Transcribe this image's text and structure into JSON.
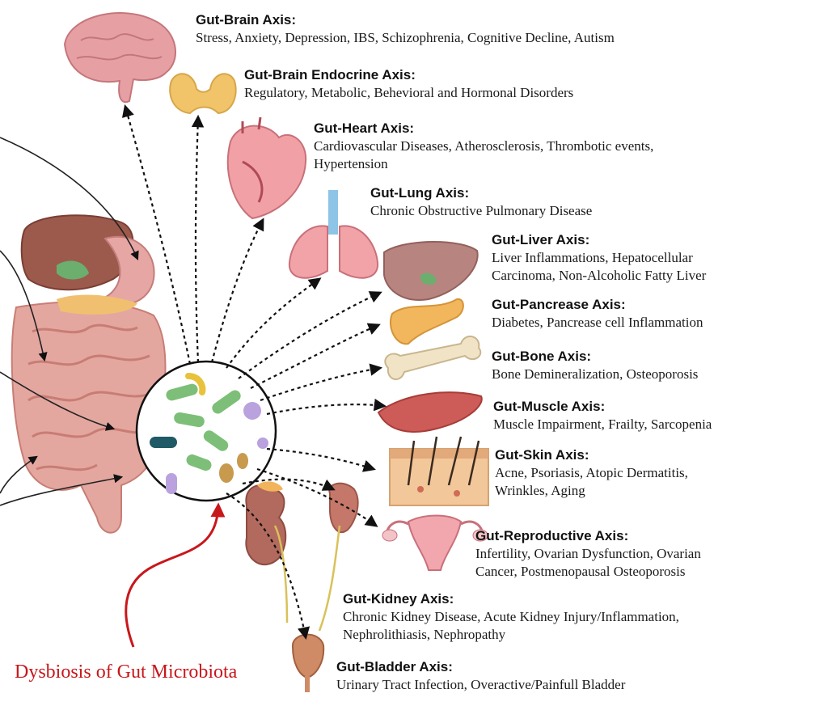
{
  "colors": {
    "dysbiosis": "#c8171b",
    "arrow": "#111111",
    "intestine": "#e3a7a0",
    "liver": "#9c5a4c",
    "bacteria_green": "#7dbf78",
    "bacteria_purple": "#b9a2de",
    "skin": "#f2c79a"
  },
  "icons": [
    "brain-icon",
    "thyroid-icon",
    "heart-icon",
    "lungs-icon",
    "liver-icon",
    "pancreas-icon",
    "bone-icon",
    "muscle-icon",
    "skin-icon",
    "uterus-icon",
    "kidney-icon",
    "bladder-icon",
    "gut-icon",
    "microbiota-icon"
  ],
  "axes": [
    {
      "title": "Gut-Brain Axis:",
      "lines": [
        "Stress, Anxiety, Depression, IBS, Schizophrenia, Cognitive Decline, Autism"
      ]
    },
    {
      "title": "Gut-Brain Endocrine Axis:",
      "lines": [
        "Regulatory, Metabolic, Behevioral and Hormonal Disorders"
      ]
    },
    {
      "title": "Gut-Heart Axis:",
      "lines": [
        "Cardiovascular Diseases, Atherosclerosis, Thrombotic events,",
        "Hypertension"
      ]
    },
    {
      "title": "Gut-Lung Axis:",
      "lines": [
        "Chronic Obstructive Pulmonary Disease"
      ]
    },
    {
      "title": "Gut-Liver Axis:",
      "lines": [
        "Liver Inflammations, Hepatocellular",
        "Carcinoma, Non-Alcoholic Fatty Liver"
      ]
    },
    {
      "title": "Gut-Pancrease Axis:",
      "lines": [
        "Diabetes, Pancrease cell Inflammation"
      ]
    },
    {
      "title": "Gut-Bone Axis:",
      "lines": [
        "Bone Demineralization, Osteoporosis"
      ]
    },
    {
      "title": "Gut-Muscle Axis:",
      "lines": [
        "Muscle Impairment, Frailty, Sarcopenia"
      ]
    },
    {
      "title": "Gut-Skin Axis:",
      "lines": [
        "Acne, Psoriasis, Atopic Dermatitis,",
        "Wrinkles, Aging"
      ]
    },
    {
      "title": "Gut-Reproductive Axis:",
      "lines": [
        "Infertility, Ovarian Dysfunction, Ovarian",
        "Cancer, Postmenopausal Osteoporosis"
      ]
    },
    {
      "title": "Gut-Kidney Axis:",
      "lines": [
        "Chronic Kidney Disease, Acute Kidney Injury/Inflammation,",
        "Nephrolithiasis, Nephropathy"
      ]
    },
    {
      "title": "Gut-Bladder Axis:",
      "lines": [
        "Urinary Tract Infection, Overactive/Painfull Bladder"
      ]
    }
  ],
  "dysbiosis_label": "Dysbiosis of Gut Microbiota"
}
